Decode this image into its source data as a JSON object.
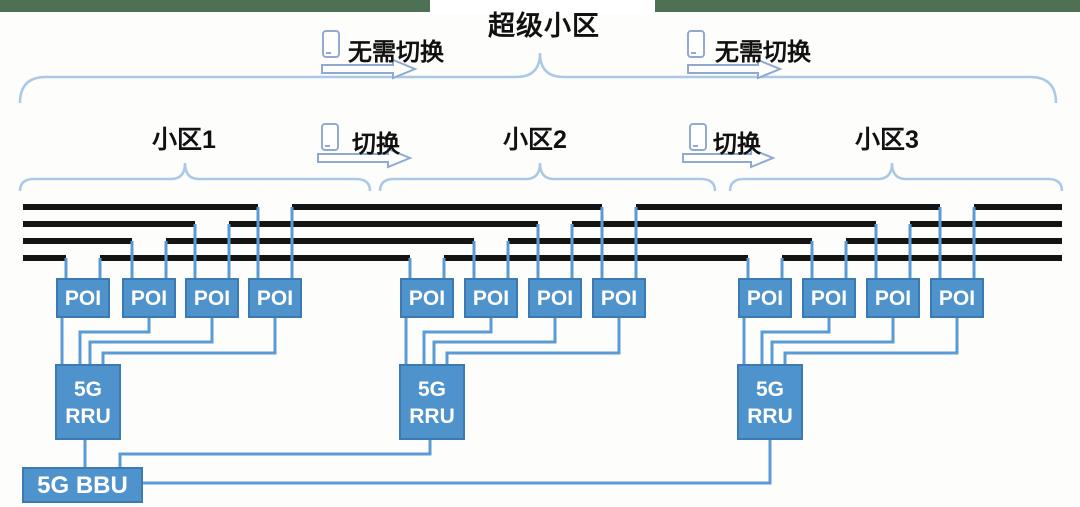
{
  "title": "超级小区",
  "handover": {
    "no_handover_left": "无需切换",
    "no_handover_right": "无需切换",
    "handover_left": "切换",
    "handover_right": "切换"
  },
  "cells": [
    {
      "name": "小区1",
      "pois": [
        "POI",
        "POI",
        "POI",
        "POI"
      ],
      "rru": {
        "line1": "5G",
        "line2": "RRU"
      }
    },
    {
      "name": "小区2",
      "pois": [
        "POI",
        "POI",
        "POI",
        "POI"
      ],
      "rru": {
        "line1": "5G",
        "line2": "RRU"
      }
    },
    {
      "name": "小区3",
      "pois": [
        "POI",
        "POI",
        "POI",
        "POI"
      ],
      "rru": {
        "line1": "5G",
        "line2": "RRU"
      }
    }
  ],
  "bbu": {
    "label": "5G BBU"
  },
  "colors": {
    "node_blue": "#4e93cb",
    "node_border": "#3d7ab3",
    "connector_blue": "#5b9bd5",
    "cable_black": "#141414",
    "brace_blue": "#aac8e8",
    "arrow_outline": "#8fa9d0",
    "top_bar_green": "#4d7152"
  }
}
